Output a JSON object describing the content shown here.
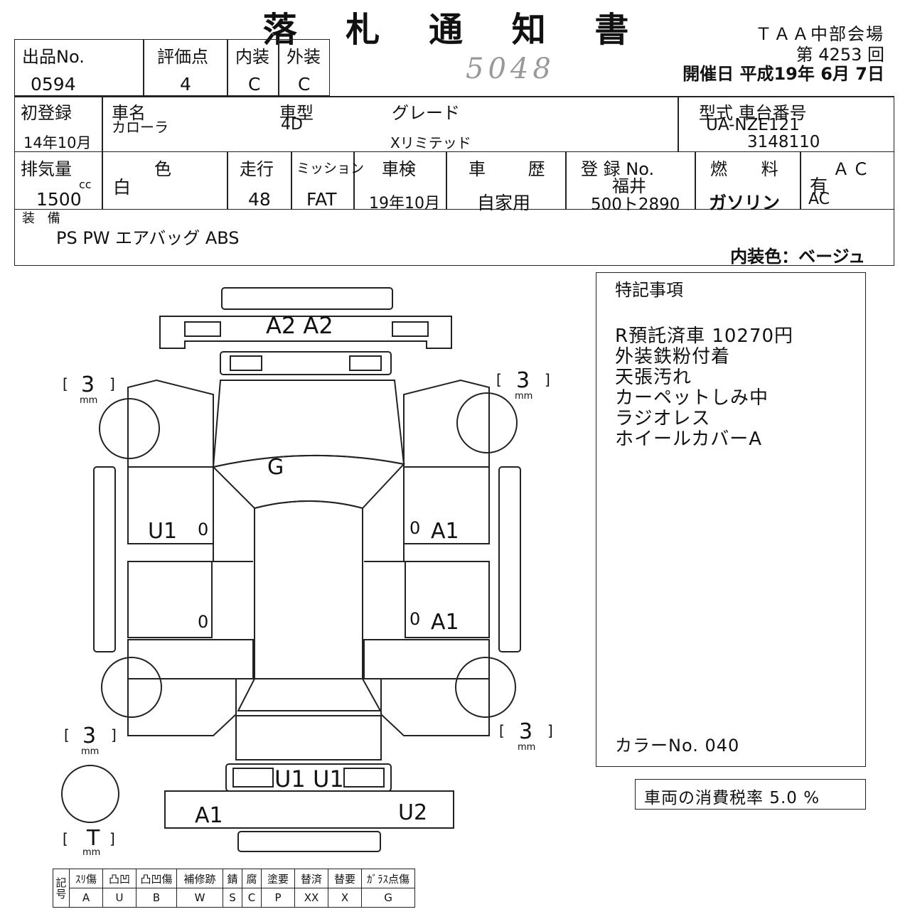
{
  "title": "落 札 通 知 書",
  "venue": "ＴＡＡ中部会場",
  "session": "第 4253 回",
  "event_date": "開催日  平成19年  6月  7日",
  "handwritten_note": "5048",
  "row1": {
    "lot_label": "出品No.",
    "lot_value": "0594",
    "score_label": "評価点",
    "score_value": "4",
    "interior_label": "内装",
    "interior_value": "C",
    "exterior_label": "外装",
    "exterior_value": "C"
  },
  "row2": {
    "first_reg_label": "初登録",
    "first_reg_value": "14年10月",
    "name_label": "車名",
    "name_value": "カローラ",
    "body_label": "車型",
    "body_value": "4D",
    "grade_label": "グレード",
    "grade_value": "Xリミテッド",
    "model_label": "型式  車台番号",
    "model_value": "UA-NZE121",
    "chassis_value": "3148110"
  },
  "row3": {
    "disp_label": "排気量",
    "disp_unit": "cc",
    "disp_value": "1500",
    "color_label": "色",
    "color_value": "白",
    "mileage_label": "走行",
    "mileage_value": "48",
    "trans_label": "ミッション",
    "trans_value": "FAT",
    "inspection_label": "車検",
    "inspection_value": "19年10月",
    "history_label": "車  歴",
    "history_value": "自家用",
    "reg_label": "登 録  No.",
    "reg_region": "福井",
    "reg_value": "500ト2890",
    "fuel_label": "燃   料",
    "fuel_value": "ガソリン",
    "ac_label": "ＡＣ",
    "ac_value1": "有",
    "ac_value2": "AC"
  },
  "equipment": {
    "label": "装 備",
    "value": "PS  PW  エアバッグ  ABS",
    "interior_color": "内装色：ベージュ"
  },
  "notes": {
    "title": "特記事項",
    "lines": [
      "R預託済車   10270円",
      "外装鉄粉付着",
      "天張汚れ",
      "カーペットしみ中",
      "ラジオレス",
      "ホイールカバーA"
    ],
    "color_no": "カラーNo. 040"
  },
  "tax": "車両の消費税率   5.0 %",
  "diagram": {
    "front_bumper": "A2   A2",
    "glass": "G",
    "left_front_door": "U1",
    "right_front_door": "A1",
    "right_rear_door": "A1",
    "rear": "U1  U1",
    "rear_bumper_left": "A1",
    "rear_bumper_right": "U2",
    "zero": "0",
    "tyre_depth": "3",
    "tyre_unit": "mm",
    "spare": "T",
    "bracket_l": "[",
    "bracket_r": "]"
  },
  "legend": {
    "side": "記号",
    "headers": [
      "ｽﾘ傷",
      "凸凹",
      "凸凹傷",
      "補修跡",
      "錆",
      "腐",
      "塗要",
      "替済",
      "替要",
      "ｶﾞﾗｽ点傷"
    ],
    "codes": [
      "A",
      "U",
      "B",
      "W",
      "S",
      "C",
      "P",
      "XX",
      "X",
      "G"
    ]
  }
}
